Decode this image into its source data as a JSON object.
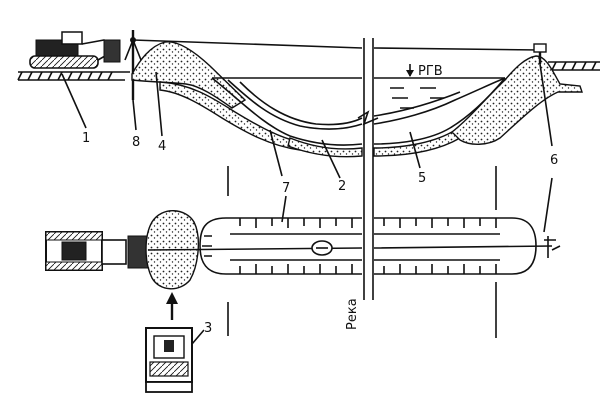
{
  "labels": {
    "n1": "1",
    "n2": "2",
    "n3": "3",
    "n4": "4",
    "n5": "5",
    "n6": "6",
    "n7": "7",
    "n8": "8",
    "water_level": "РГВ",
    "river": "Река"
  },
  "colors": {
    "ink": "#111111",
    "background": "#ffffff"
  }
}
